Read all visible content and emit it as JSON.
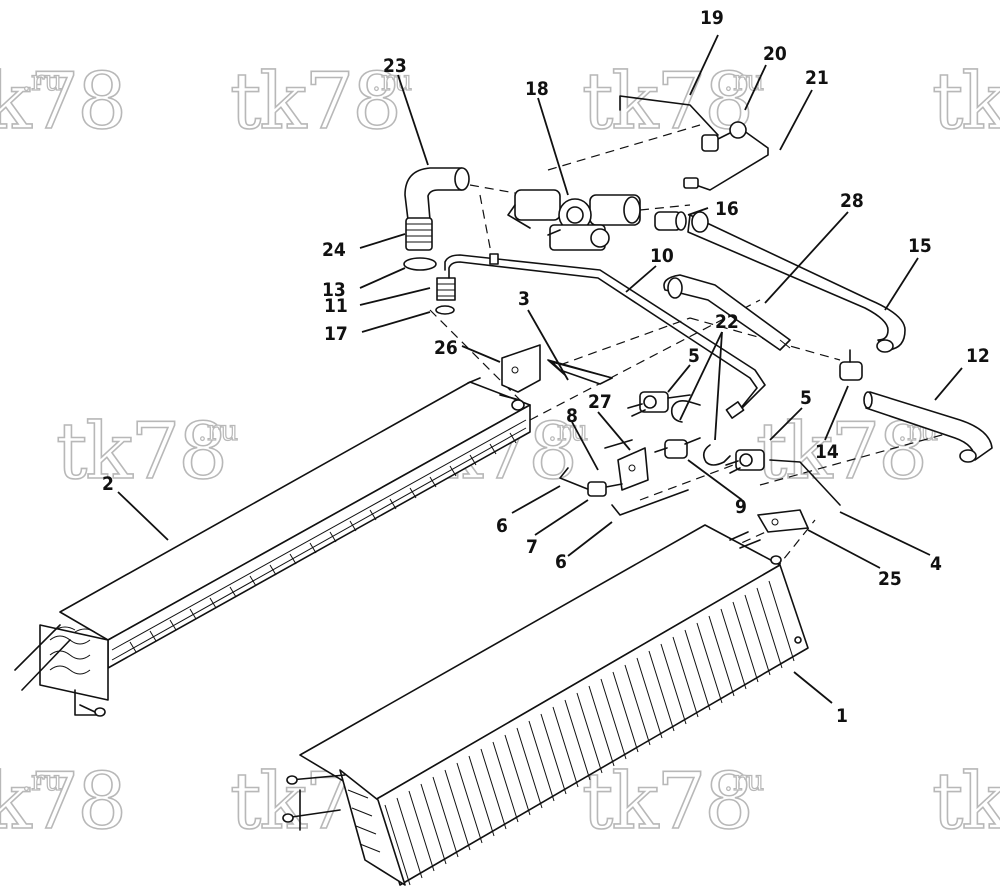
{
  "watermark": {
    "main": "tk78",
    "suffix": ".ru"
  },
  "callouts": [
    {
      "id": "c19",
      "text": "19"
    },
    {
      "id": "c20",
      "text": "20"
    },
    {
      "id": "c21",
      "text": "21"
    },
    {
      "id": "c23",
      "text": "23"
    },
    {
      "id": "c18",
      "text": "18"
    },
    {
      "id": "c16",
      "text": "16"
    },
    {
      "id": "c28",
      "text": "28"
    },
    {
      "id": "c24",
      "text": "24"
    },
    {
      "id": "c13",
      "text": "13"
    },
    {
      "id": "c10",
      "text": "10"
    },
    {
      "id": "c15",
      "text": "15"
    },
    {
      "id": "c11",
      "text": "11"
    },
    {
      "id": "c17",
      "text": "17"
    },
    {
      "id": "c3",
      "text": "3"
    },
    {
      "id": "c22",
      "text": "22"
    },
    {
      "id": "c26",
      "text": "26"
    },
    {
      "id": "c5a",
      "text": "5"
    },
    {
      "id": "c12",
      "text": "12"
    },
    {
      "id": "c27",
      "text": "27"
    },
    {
      "id": "c8",
      "text": "8"
    },
    {
      "id": "c5b",
      "text": "5"
    },
    {
      "id": "c14",
      "text": "14"
    },
    {
      "id": "c2",
      "text": "2"
    },
    {
      "id": "c9",
      "text": "9"
    },
    {
      "id": "c6a",
      "text": "6"
    },
    {
      "id": "c7",
      "text": "7"
    },
    {
      "id": "c4",
      "text": "4"
    },
    {
      "id": "c6b",
      "text": "6"
    },
    {
      "id": "c25",
      "text": "25"
    },
    {
      "id": "c1",
      "text": "1"
    }
  ]
}
